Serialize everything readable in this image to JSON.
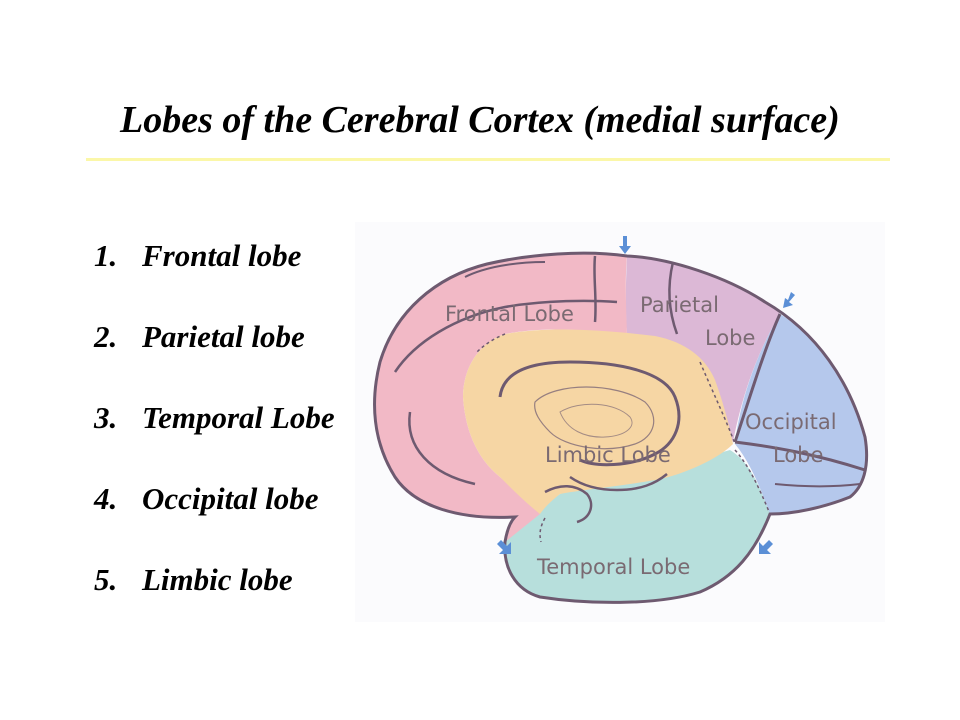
{
  "title": "Lobes of the Cerebral Cortex (medial surface)",
  "list": [
    {
      "num": "1.",
      "text": "Frontal lobe"
    },
    {
      "num": "2.",
      "text": "Parietal lobe"
    },
    {
      "num": "3.",
      "text": "Temporal Lobe"
    },
    {
      "num": "4.",
      "text": "Occipital lobe"
    },
    {
      "num": "5.",
      "text": "Limbic lobe"
    }
  ],
  "diagram": {
    "labels": {
      "frontal": "Frontal Lobe",
      "parietal_1": "Parietal",
      "parietal_2": "Lobe",
      "occipital_1": "Occipital",
      "occipital_2": "Lobe",
      "limbic": "Limbic Lobe",
      "temporal": "Temporal Lobe"
    },
    "colors": {
      "frontal": "#f2b9c6",
      "parietal": "#dcb8d6",
      "occipital": "#b5c8ec",
      "limbic": "#f6d6a4",
      "temporal": "#b7dfdc",
      "outline": "#6e5a70",
      "arrow": "#5b8fd6",
      "rule": "#fbf7a8"
    }
  }
}
